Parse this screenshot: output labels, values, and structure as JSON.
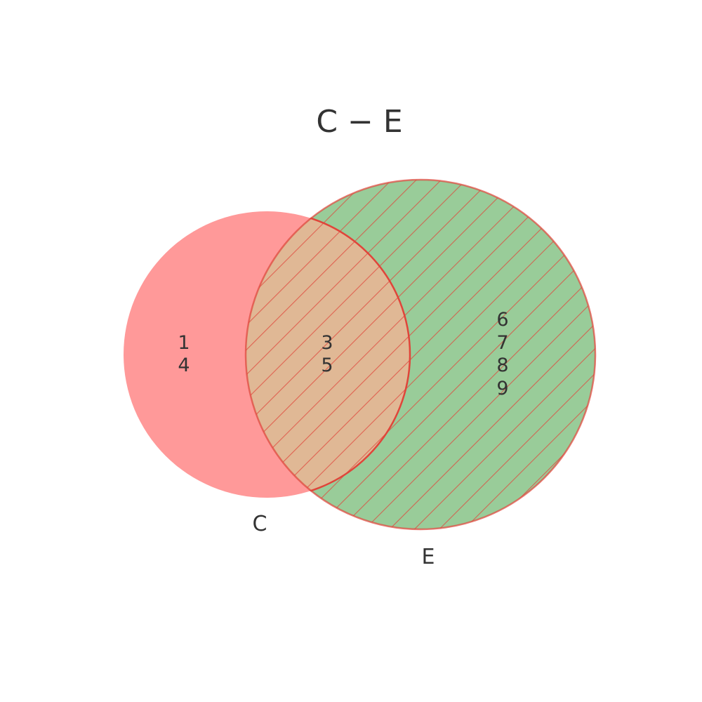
{
  "title": "C − E",
  "sets": [
    {
      "label": "C",
      "fill": "#ff9999",
      "elements_only": [
        "1",
        "4"
      ]
    },
    {
      "label": "E",
      "fill": "#99cc99",
      "elements_only": [
        "6",
        "7",
        "8",
        "9"
      ]
    }
  ],
  "regions": {
    "C_only": [
      "1",
      "4"
    ],
    "C_and_E": [
      "3",
      "5"
    ],
    "E_only": [
      "6",
      "7",
      "8",
      "9"
    ]
  },
  "colors": {
    "set_c": "#ff9999",
    "set_e": "#99cc99",
    "intersection": "#e0b895",
    "outline_and_hatch": "#e0453a",
    "text": "#333333"
  }
}
